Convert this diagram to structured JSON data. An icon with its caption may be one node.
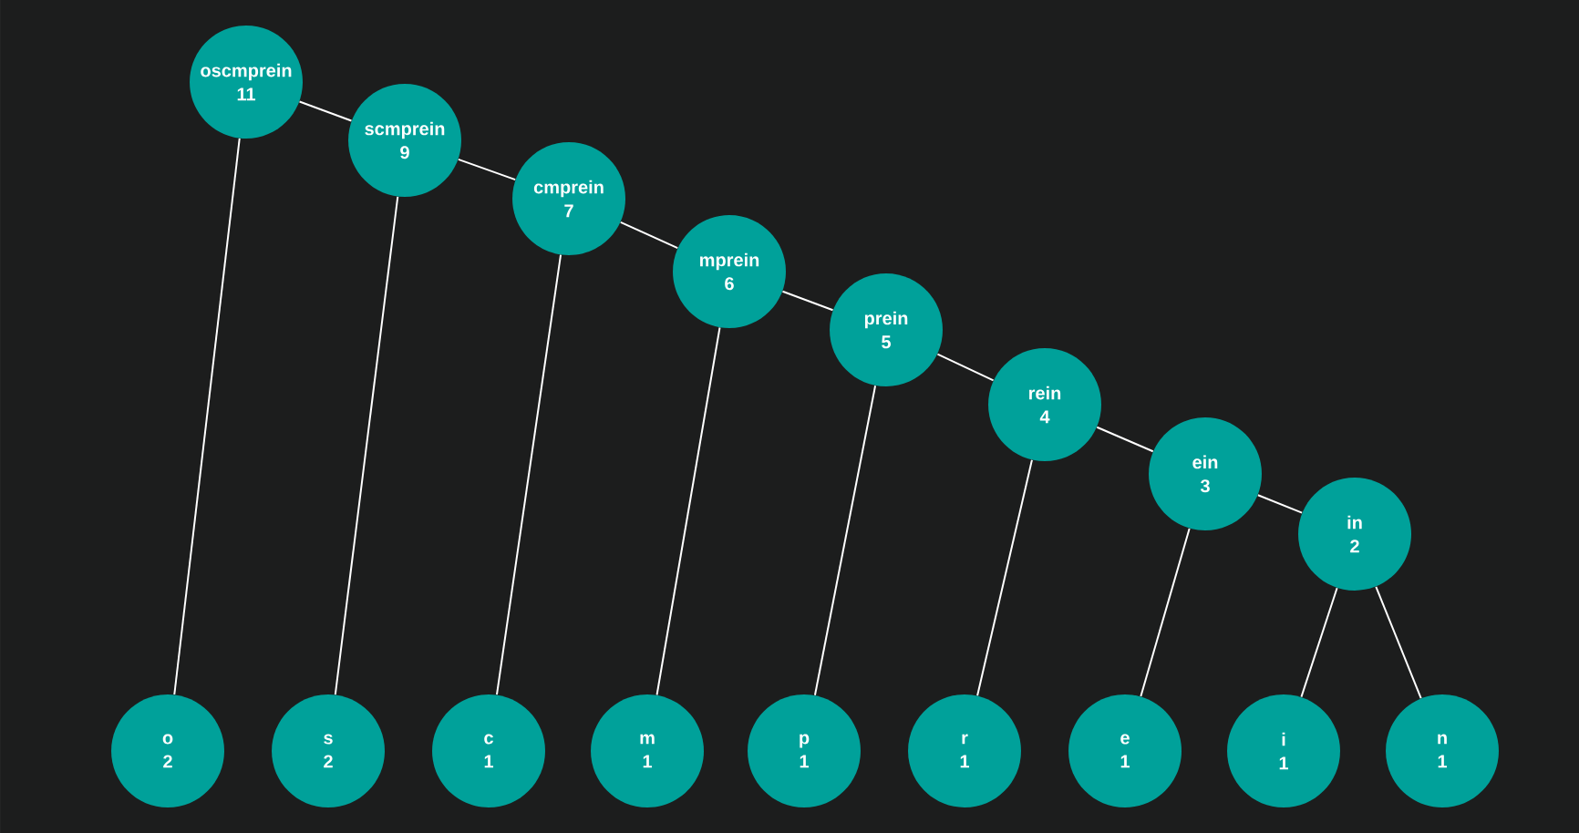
{
  "diagram": {
    "nodes": [
      {
        "text": [
          "oscmprein",
          "11"
        ]
      },
      {
        "text": [
          "scmprein",
          "9"
        ]
      },
      {
        "text": [
          "cmprein",
          "7"
        ]
      },
      {
        "text": [
          "mprein",
          "6"
        ]
      },
      {
        "text": [
          "prein",
          "5"
        ]
      },
      {
        "text": [
          "rein",
          "4"
        ]
      },
      {
        "text": [
          "ein",
          "3"
        ]
      },
      {
        "text": [
          "in",
          "2"
        ]
      },
      {
        "text": [
          "o",
          "2"
        ]
      },
      {
        "text": [
          "s",
          "2"
        ]
      },
      {
        "text": [
          "c",
          "1"
        ]
      },
      {
        "text": [
          "m",
          "1"
        ]
      },
      {
        "text": [
          "p",
          "1"
        ]
      },
      {
        "text": [
          "r",
          "1"
        ]
      },
      {
        "text": [
          "e",
          "1"
        ]
      },
      {
        "text": [
          "i",
          "1"
        ]
      },
      {
        "text": [
          "n",
          "1"
        ]
      }
    ],
    "edges": [
      {
        "from": 0,
        "to": 1,
        "arrow": "none"
      },
      {
        "from": 0,
        "to": 8,
        "arrow": "none"
      },
      {
        "from": 1,
        "to": 2,
        "arrow": "none"
      },
      {
        "from": 1,
        "to": 9,
        "arrow": "none"
      },
      {
        "from": 2,
        "to": 3,
        "arrow": "none"
      },
      {
        "from": 2,
        "to": 10,
        "arrow": "none"
      },
      {
        "from": 3,
        "to": 4,
        "arrow": "none"
      },
      {
        "from": 3,
        "to": 11,
        "arrow": "none"
      },
      {
        "from": 4,
        "to": 5,
        "arrow": "none"
      },
      {
        "from": 4,
        "to": 12,
        "arrow": "none"
      },
      {
        "from": 5,
        "to": 6,
        "arrow": "none"
      },
      {
        "from": 5,
        "to": 13,
        "arrow": "none"
      },
      {
        "from": 6,
        "to": 7,
        "arrow": "none"
      },
      {
        "from": 6,
        "to": 14,
        "arrow": "none"
      },
      {
        "from": 7,
        "to": 15,
        "arrow": "none"
      },
      {
        "from": 7,
        "to": 16,
        "arrow": "none"
      }
    ]
  }
}
